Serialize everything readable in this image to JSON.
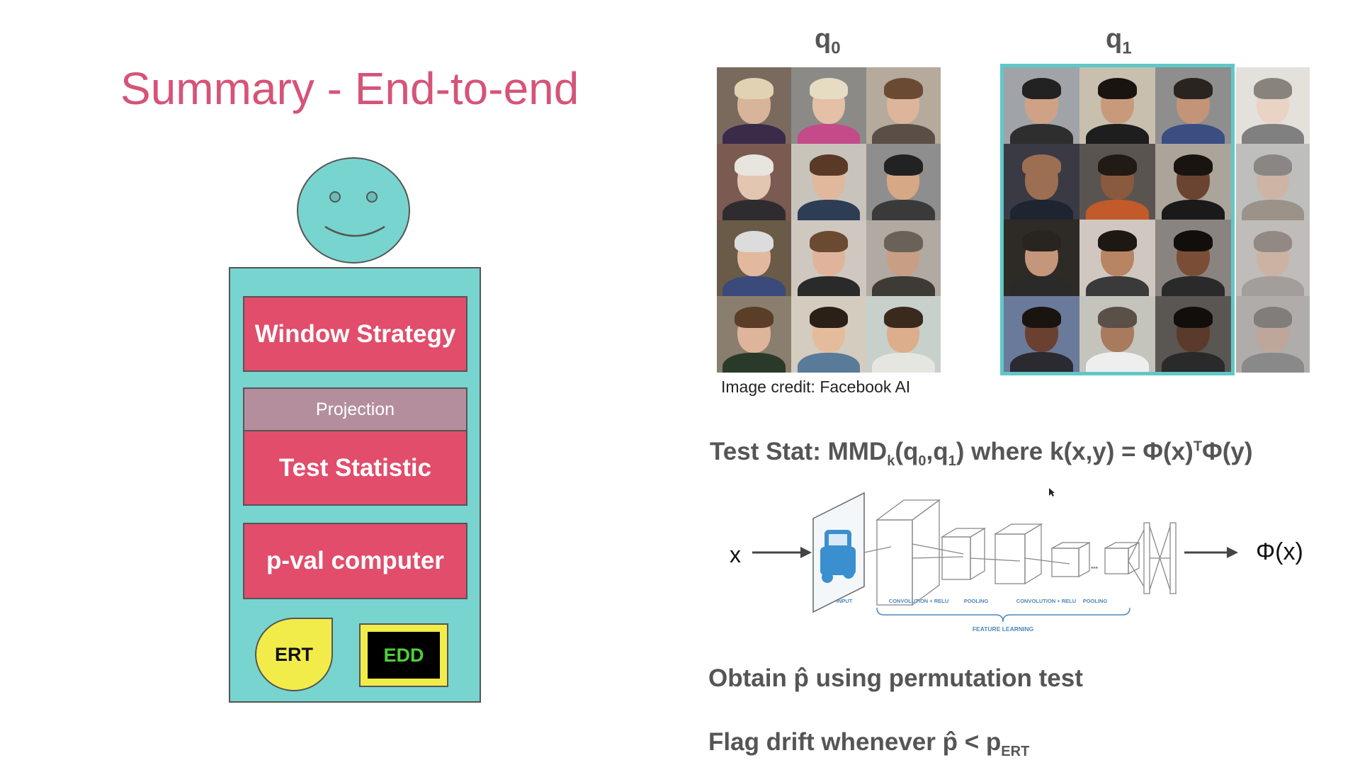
{
  "slide": {
    "title": "Summary - End-to-end"
  },
  "robot": {
    "window_strategy": "Window Strategy",
    "projection": "Projection",
    "test_statistic": "Test Statistic",
    "pval_computer": "p-val computer",
    "ert": "ERT",
    "edd": "EDD"
  },
  "panels": {
    "q0_label": "q",
    "q0_sub": "0",
    "q1_label": "q",
    "q1_sub": "1",
    "credit": "Image credit: Facebook AI"
  },
  "stat_line": {
    "prefix": "Test Stat:  MMD",
    "k_sub": "k",
    "paren_open": "(q",
    "q0_sub": "0",
    "comma_q": ",q",
    "q1_sub": "1",
    "close_where": ")  where  k(x,y) = Φ(x)",
    "T_sup": "T",
    "phi_y": "Φ(y)"
  },
  "cnn": {
    "input_symbol": "x",
    "output_symbol": "Φ(x)",
    "labels": [
      "INPUT",
      "CONVOLUTION + RELU",
      "POOLING",
      "CONVOLUTION + RELU",
      "POOLING"
    ],
    "feature_learning": "FEATURE LEARNING"
  },
  "bullets": {
    "obtain": "Obtain p̂ using permutation test",
    "flag_prefix": "Flag drift whenever p̂ < p",
    "flag_sub": "ERT"
  },
  "colors": {
    "title": "#d55478",
    "robot_body": "#78d4cf",
    "block_pink": "#e14d6b",
    "projection": "#b48e9d",
    "ert_yellow": "#f2ec4a",
    "edd_green": "#4fcf3a",
    "highlight_border": "#5fc8c8"
  }
}
